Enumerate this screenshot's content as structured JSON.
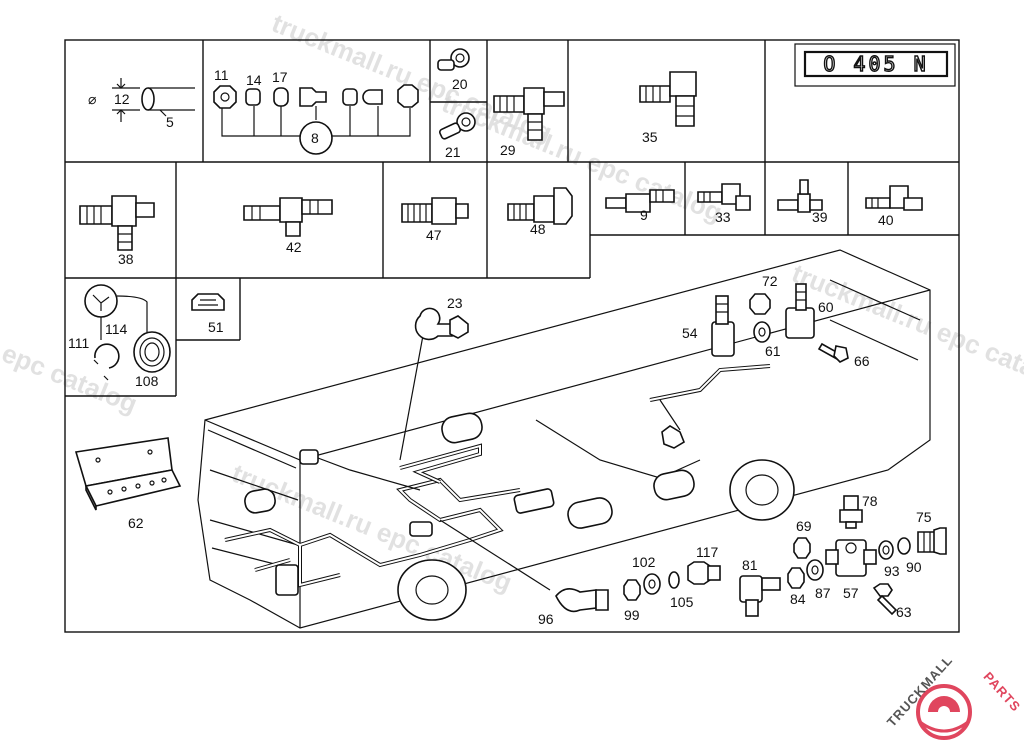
{
  "badge": "O 405 N",
  "callouts": {
    "c5": "5",
    "c8": "8",
    "c9": "9",
    "c11": "11",
    "c12": "12",
    "c14": "14",
    "c17": "17",
    "c20": "20",
    "c21": "21",
    "c23": "23",
    "c29": "29",
    "c33": "33",
    "c35": "35",
    "c38": "38",
    "c39": "39",
    "c40": "40",
    "c42": "42",
    "c47": "47",
    "c48": "48",
    "c51": "51",
    "c54": "54",
    "c57": "57",
    "c60": "60",
    "c61": "61",
    "c62": "62",
    "c63": "63",
    "c66": "66",
    "c69": "69",
    "c72": "72",
    "c75": "75",
    "c78": "78",
    "c81": "81",
    "c84": "84",
    "c87": "87",
    "c90": "90",
    "c93": "93",
    "c96": "96",
    "c99": "99",
    "c102": "102",
    "c105": "105",
    "c108": "108",
    "c111": "111",
    "c114": "114",
    "c117": "117"
  },
  "dimension_symbol": "⌀",
  "watermarks": [
    "truckmall.ru epc catalog",
    "truckmall.ru epc catalog",
    "truckmall.ru epc catalog",
    "truckmall.ru epc catalog",
    "epc catalog"
  ],
  "logo": {
    "text_dark": "TRUCKMALL",
    "text_accent": "PARTS",
    "accent_color": "#e0465e"
  }
}
